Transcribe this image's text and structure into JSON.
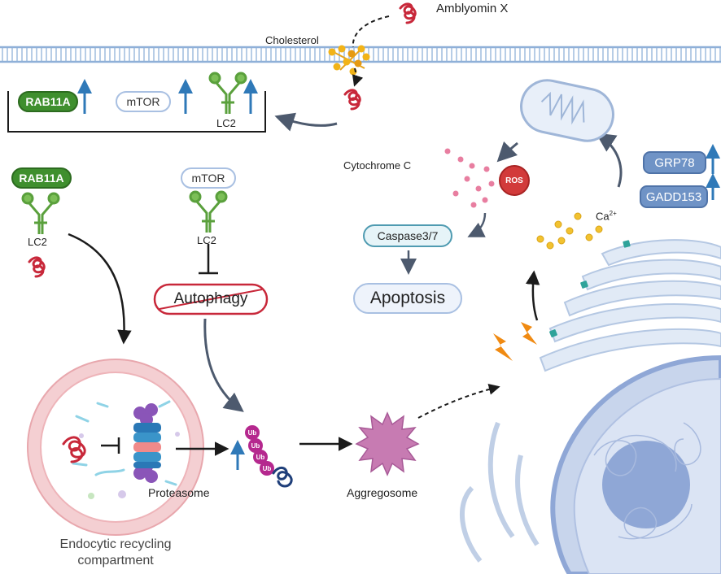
{
  "labels": {
    "amblyomin": "Amblyomin X",
    "cholesterol": "Cholesterol",
    "rab11a_top": "RAB11A",
    "mtor_top": "mTOR",
    "lc2_top": "LC2",
    "rab11a_left": "RAB11A",
    "lc2_left": "LC2",
    "mtor_mid": "mTOR",
    "lc2_mid": "LC2",
    "autophagy": "Autophagy",
    "cytochrome": "Cytochrome C",
    "ros": "ROS",
    "caspase": "Caspase3/7",
    "apoptosis": "Apoptosis",
    "grp78": "GRP78",
    "gadd153": "GADD153",
    "calcium": "Ca",
    "calcium_sup": "2+",
    "proteasome": "Proteasome",
    "aggregosome": "Aggregosome",
    "ub1": "Ub",
    "ub2": "Ub",
    "ub3": "Ub",
    "ub4": "Ub",
    "compartment_l1": "Endocytic recycling",
    "compartment_l2": "compartment"
  },
  "colors": {
    "membrane": "#a9c4e0",
    "protein_red": "#c8283a",
    "green_dark": "#3f8f2e",
    "green_light": "#6ab04c",
    "pill_blue": "#6f93c6",
    "pill_light": "#e8f0fa",
    "up_arrow": "#2f79b8",
    "pathway_arrow": "#4d5a6e",
    "ub_magenta": "#b5288e",
    "aggregosome": "#c77bb2",
    "lightning": "#f08a12",
    "er_fill": "#dbe6f4",
    "nucleus": "#8fa7d6"
  }
}
